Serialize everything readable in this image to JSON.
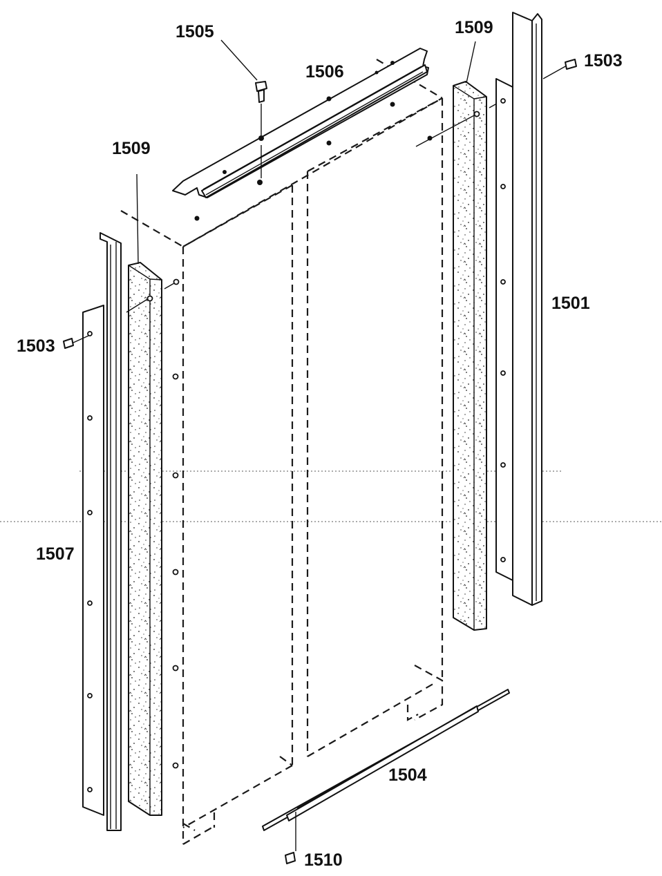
{
  "diagram": {
    "labels": {
      "part_1501": "1501",
      "part_1503_left": "1503",
      "part_1503_right": "1503",
      "part_1504": "1504",
      "part_1505": "1505",
      "part_1506": "1506",
      "part_1507": "1507",
      "part_1509_left": "1509",
      "part_1509_right": "1509",
      "part_1510": "1510"
    }
  }
}
